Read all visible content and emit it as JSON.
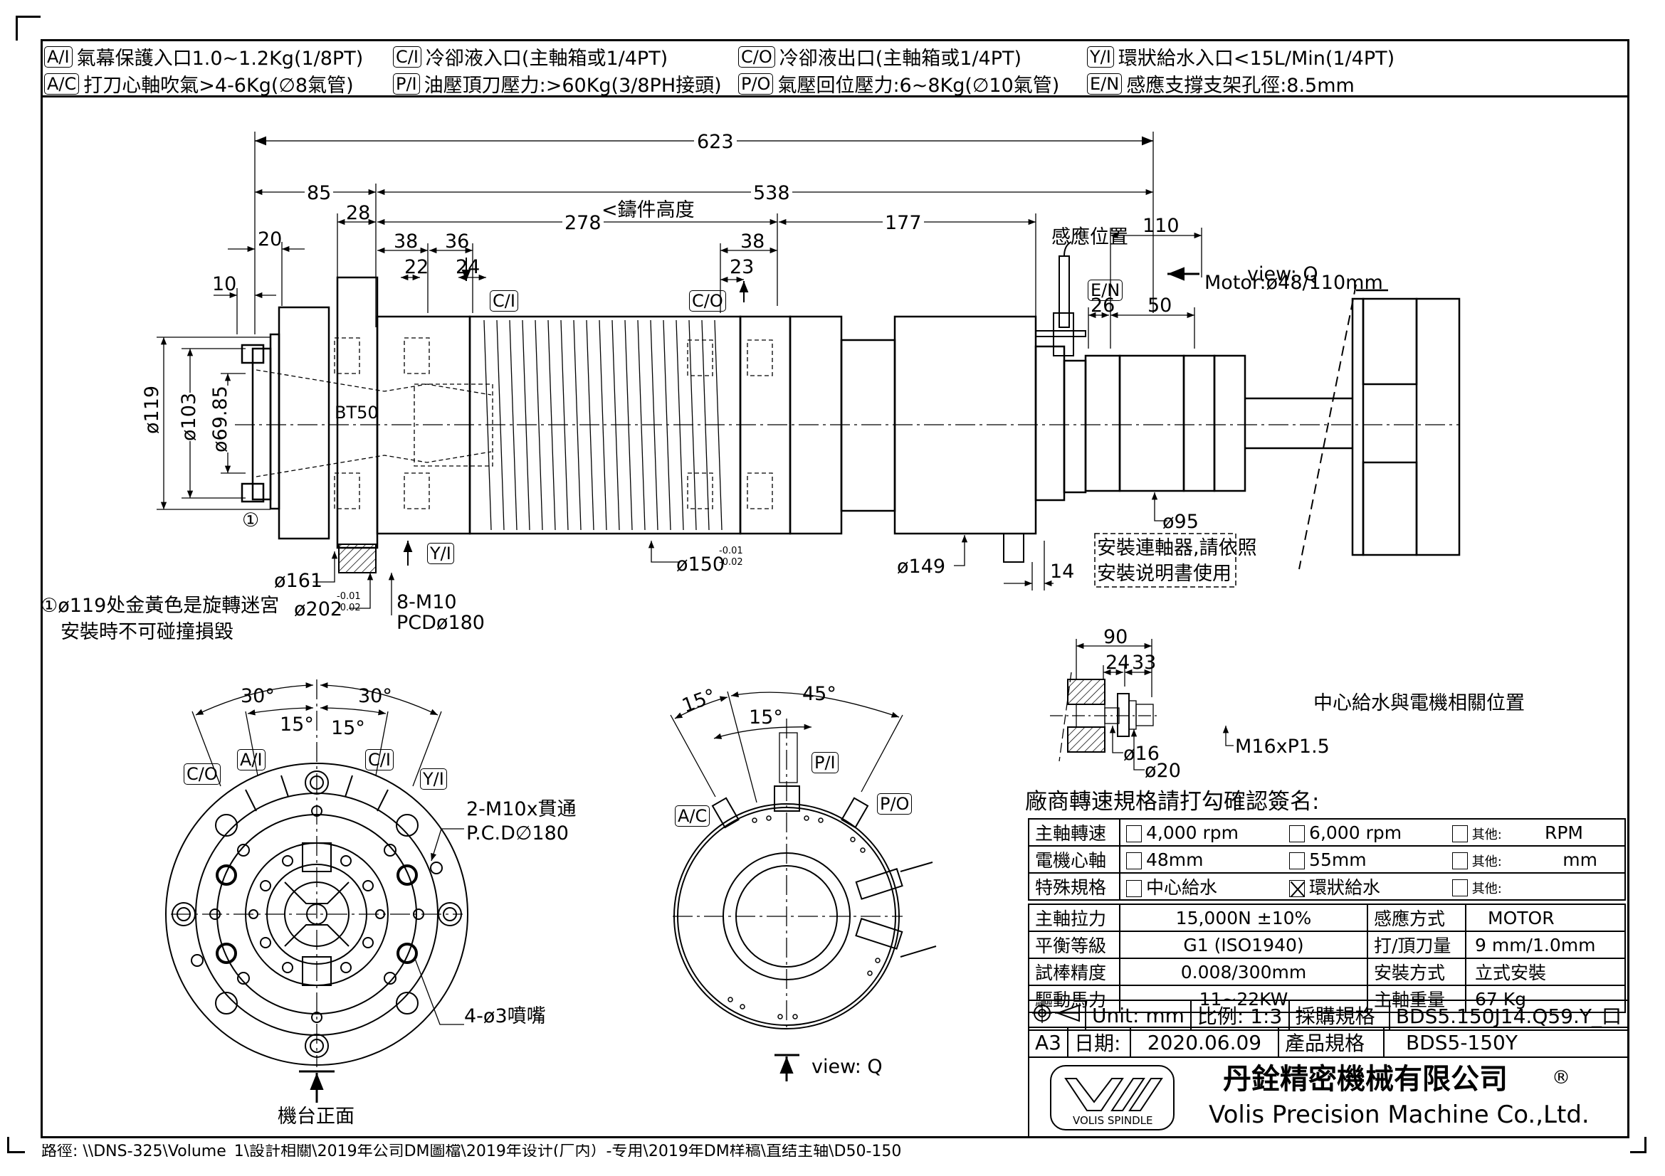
{
  "legend": {
    "row1": [
      {
        "tag": "A/I",
        "text": "氣幕保護入口1.0~1.2Kg(1/8PT)"
      },
      {
        "tag": "C/I",
        "text": "冷卻液入口(主軸箱或1/4PT)"
      },
      {
        "tag": "C/O",
        "text": "冷卻液出口(主軸箱或1/4PT)"
      },
      {
        "tag": "Y/I",
        "text": "環狀給水入口<15L/Min(1/4PT)"
      }
    ],
    "row2": [
      {
        "tag": "A/C",
        "text": "打刀心軸吹氣>4-6Kg(∅8氣管)"
      },
      {
        "tag": "P/I",
        "text": "油壓頂刀壓力:>60Kg(3/8PH接頭)"
      },
      {
        "tag": "P/O",
        "text": "氣壓回位壓力:6~8Kg(∅10氣管)"
      },
      {
        "tag": "E/N",
        "text": "感應支撐支架孔徑:8.5mm"
      }
    ]
  },
  "side_view": {
    "dims": {
      "overall": "623",
      "d85": "85",
      "d538": "538",
      "d28": "28",
      "d278": "278",
      "casting_height": "<鑄件高度",
      "d177": "177",
      "d20": "20",
      "d10": "10",
      "d38a": "38",
      "d36": "36",
      "d22": "22",
      "d24": "24",
      "d38b": "38",
      "d23": "23",
      "d110": "110",
      "d26": "26",
      "d50": "50",
      "d14": "14",
      "dia119": "ø119",
      "dia103": "ø103",
      "dia6985": "ø69.85",
      "dia161": "ø161",
      "dia202": "ø202",
      "tol202_up": "-0.01",
      "tol202_dn": "-0.02",
      "dia150": "ø150",
      "tol150_up": "-0.01",
      "tol150_dn": "-0.02",
      "dia149": "ø149",
      "dia95": "ø95",
      "bolt": "8-M10",
      "pcd": "PCDø180"
    },
    "labels": {
      "bt50": "BT50",
      "sensor_position": "感應位置",
      "view_q": "view: Q",
      "motor": "Motor:ø48/110mm",
      "circle_note_marker": "①",
      "coupling_note_line1": "安裝連軸器,請依照",
      "coupling_note_line2": "安裝说明書使用"
    },
    "port_tags": {
      "ci": "C/I",
      "co": "C/O",
      "yi": "Y/I",
      "en": "E/N"
    }
  },
  "note": {
    "line1": "①ø119处金黃色是旋轉迷宮",
    "line2": "安裝時不可碰撞損毀"
  },
  "front_view": {
    "angles": {
      "left_outer": "30°",
      "right_outer": "30°",
      "left_inner": "15°",
      "right_inner": "15°"
    },
    "tags": [
      "C/O",
      "A/I",
      "C/I",
      "Y/I"
    ],
    "callout1_line1": "2-M10x貫通",
    "callout1_line2": "P.C.D∅180",
    "callout2": "4-ø3噴嘴",
    "machine_front": "機台正面"
  },
  "rear_view": {
    "angles": {
      "outer_left": "15°",
      "inner": "15°",
      "outer_right": "45°"
    },
    "tags": {
      "ac": "A/C",
      "pi": "P/I",
      "po": "P/O"
    },
    "view_label": "view: Q"
  },
  "center_water": {
    "d90": "90",
    "d24": "24",
    "d33": "33",
    "dia16": "ø16",
    "dia20": "ø20",
    "thread": "M16xP1.5",
    "title": "中心給水與電機相關位置"
  },
  "vendor_confirm": {
    "heading": "廠商轉速規格請打勾確認簽名:",
    "rows": [
      {
        "label": "主軸轉速",
        "opt1": "4,000 rpm",
        "opt1_checked": false,
        "opt2": "6,000 rpm",
        "opt2_checked": false,
        "other": "其他:",
        "other_checked": false,
        "unit": "RPM"
      },
      {
        "label": "電機心軸",
        "opt1": "48mm",
        "opt1_checked": false,
        "opt2": "55mm",
        "opt2_checked": false,
        "other": "其他:",
        "other_checked": false,
        "unit": "mm"
      },
      {
        "label": "特殊規格",
        "opt1": "中心給水",
        "opt1_checked": false,
        "opt2": "環狀給水",
        "opt2_checked": true,
        "other": "其他:",
        "other_checked": false,
        "unit": ""
      }
    ]
  },
  "specs": {
    "rows": [
      {
        "k1": "主軸拉力",
        "v1": "15,000N ±10%",
        "k2": "感應方式",
        "v2": "MOTOR"
      },
      {
        "k1": "平衡等級",
        "v1": "G1  (ISO1940)",
        "k2": "打/頂刀量",
        "v2": "9 mm/1.0mm"
      },
      {
        "k1": "試棒精度",
        "v1": "0.008/300mm",
        "k2": "安裝方式",
        "v2": "立式安裝"
      },
      {
        "k1": "驅動馬力",
        "v1": "11~22KW",
        "k2": "主軸重量",
        "v2": "67 Kg"
      }
    ]
  },
  "title_block": {
    "unit": "Unit:  mm",
    "scale": "比例: 1:3",
    "purchase_label": "採購規格",
    "purchase_value": "BDS5.150J14.Q59.Y_口",
    "sheet_size": "A3",
    "date_label": "日期:",
    "date_value": "2020.06.09",
    "product_label": "產品規格",
    "product_value": "BDS5-150Y",
    "company_cn": "丹銓精密機械有限公司",
    "registered": "®",
    "company_en": "Volis Precision Machine Co.,Ltd.",
    "logo_caption": "VOLIS SPINDLE"
  },
  "footer_path": "路徑: \\\\DNS-325\\Volume_1\\設計相關\\2019年公司DM圖檔\\2019年设计(厂内）-专用\\2019年DM样稿\\直结主轴\\D50-150"
}
